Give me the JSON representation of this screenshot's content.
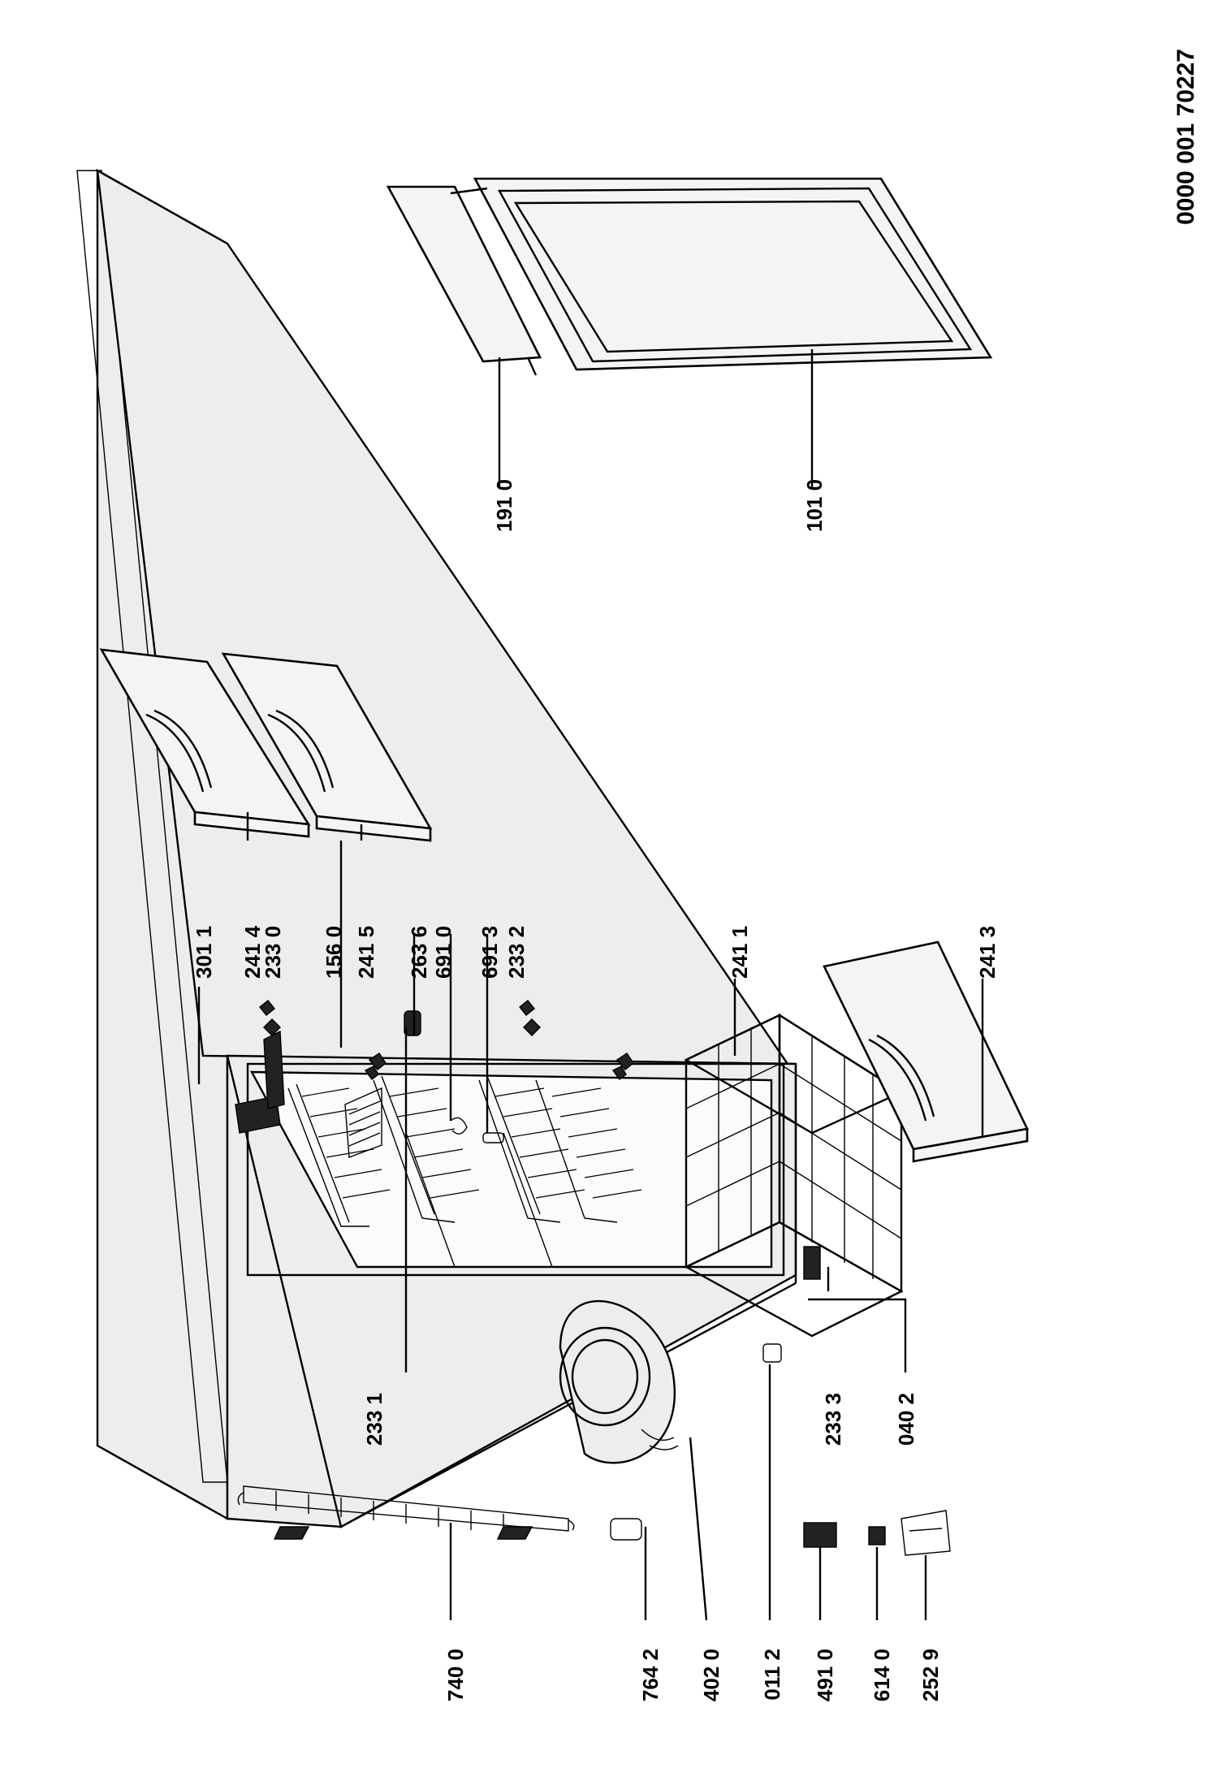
{
  "document_code": "0000 001 70227",
  "labels": {
    "l7400": "740 0",
    "l7642": "764 2",
    "l4020": "402 0",
    "l0112": "011 2",
    "l4910": "491 0",
    "l6140": "614 0",
    "l2529": "252 9",
    "l2331": "233 1",
    "l2333": "233 3",
    "l0402": "040 2",
    "l3011": "301 1",
    "l2414": "241 4",
    "l2330": "233 0",
    "l1560": "156 0",
    "l2415": "241 5",
    "l2636": "263 6",
    "l6910": "691 0",
    "l6913": "691 3",
    "l2332": "233 2",
    "l2411": "241 1",
    "l2413": "241 3",
    "l1910": "191 0",
    "l1010": "101 0"
  }
}
